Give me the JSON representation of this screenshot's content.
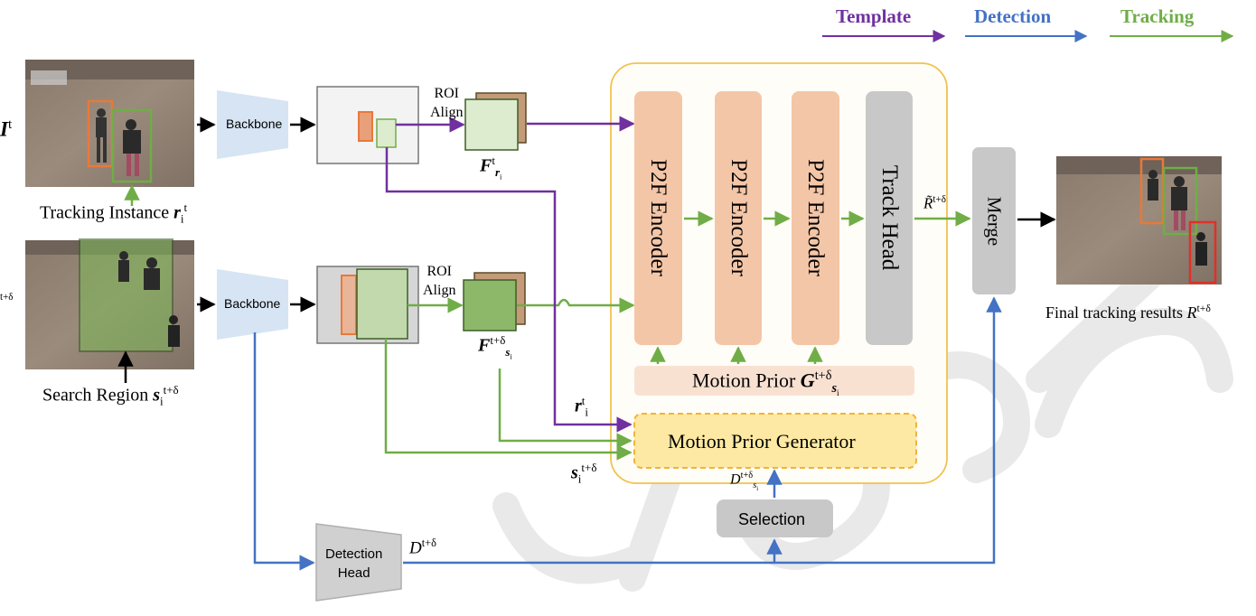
{
  "legend": {
    "template": "Template",
    "detection": "Detection",
    "tracking": "Tracking"
  },
  "colors": {
    "template": "#7030A0",
    "detection": "#4472C4",
    "tracking": "#70AD47",
    "encoder_fill": "#F4C6A8",
    "track_head_fill": "#C8C8C8",
    "motion_prior_fill": "#F9E1D2",
    "generator_fill": "#FDE9A3",
    "generator_border": "#F0B43C",
    "panel_border": "#F0C350",
    "orange_box": "#E8793A",
    "red_box": "#E03028"
  },
  "inputs": {
    "frame_t": {
      "symbol": "I",
      "sup": "t"
    },
    "frame_t_delta": {
      "sup": "t+δ"
    },
    "tracking_instance": {
      "text": "Tracking Instance ",
      "symbol": "r",
      "sub": "i",
      "sup": "t"
    },
    "search_region": {
      "text": "Search Region ",
      "symbol": "s",
      "sub": "i",
      "sup": "t+δ"
    }
  },
  "blocks": {
    "backbone_top": "Backbone",
    "backbone_bottom": "Backbone",
    "roi_align_top": [
      "ROI",
      "Align"
    ],
    "roi_align_bottom": [
      "ROI",
      "Align"
    ],
    "detection_head": [
      "Detection",
      "Head"
    ],
    "selection": "Selection",
    "encoders": [
      "P2F Encoder",
      "P2F Encoder",
      "P2F Encoder"
    ],
    "track_head": "Track Head",
    "merge": "Merge",
    "motion_prior": {
      "text": "Motion Prior ",
      "symbol": "G",
      "sub": "s",
      "subsub": "i",
      "sup": "t+δ"
    },
    "motion_prior_generator": "Motion Prior Generator"
  },
  "symbols": {
    "F_r": {
      "symbol": "F",
      "sub": "r",
      "subsub": "i",
      "sup": "t"
    },
    "F_s": {
      "symbol": "F",
      "sub": "s",
      "subsub": "i",
      "sup": "t+δ"
    },
    "r_i": {
      "symbol": "r",
      "sub": "i",
      "sup": "t"
    },
    "s_i": {
      "symbol": "s",
      "sub": "i",
      "sup": "t+δ"
    },
    "D_s": {
      "symbol": "D",
      "sub": "s",
      "subsub": "i",
      "sup": "t+δ"
    },
    "D_t": {
      "symbol": "D",
      "sup": "t+δ"
    },
    "R_tilde": {
      "symbol": "R̃",
      "sup": "t+δ"
    },
    "final": {
      "text": "Final tracking results ",
      "symbol": "R",
      "sup": "t+δ"
    }
  }
}
